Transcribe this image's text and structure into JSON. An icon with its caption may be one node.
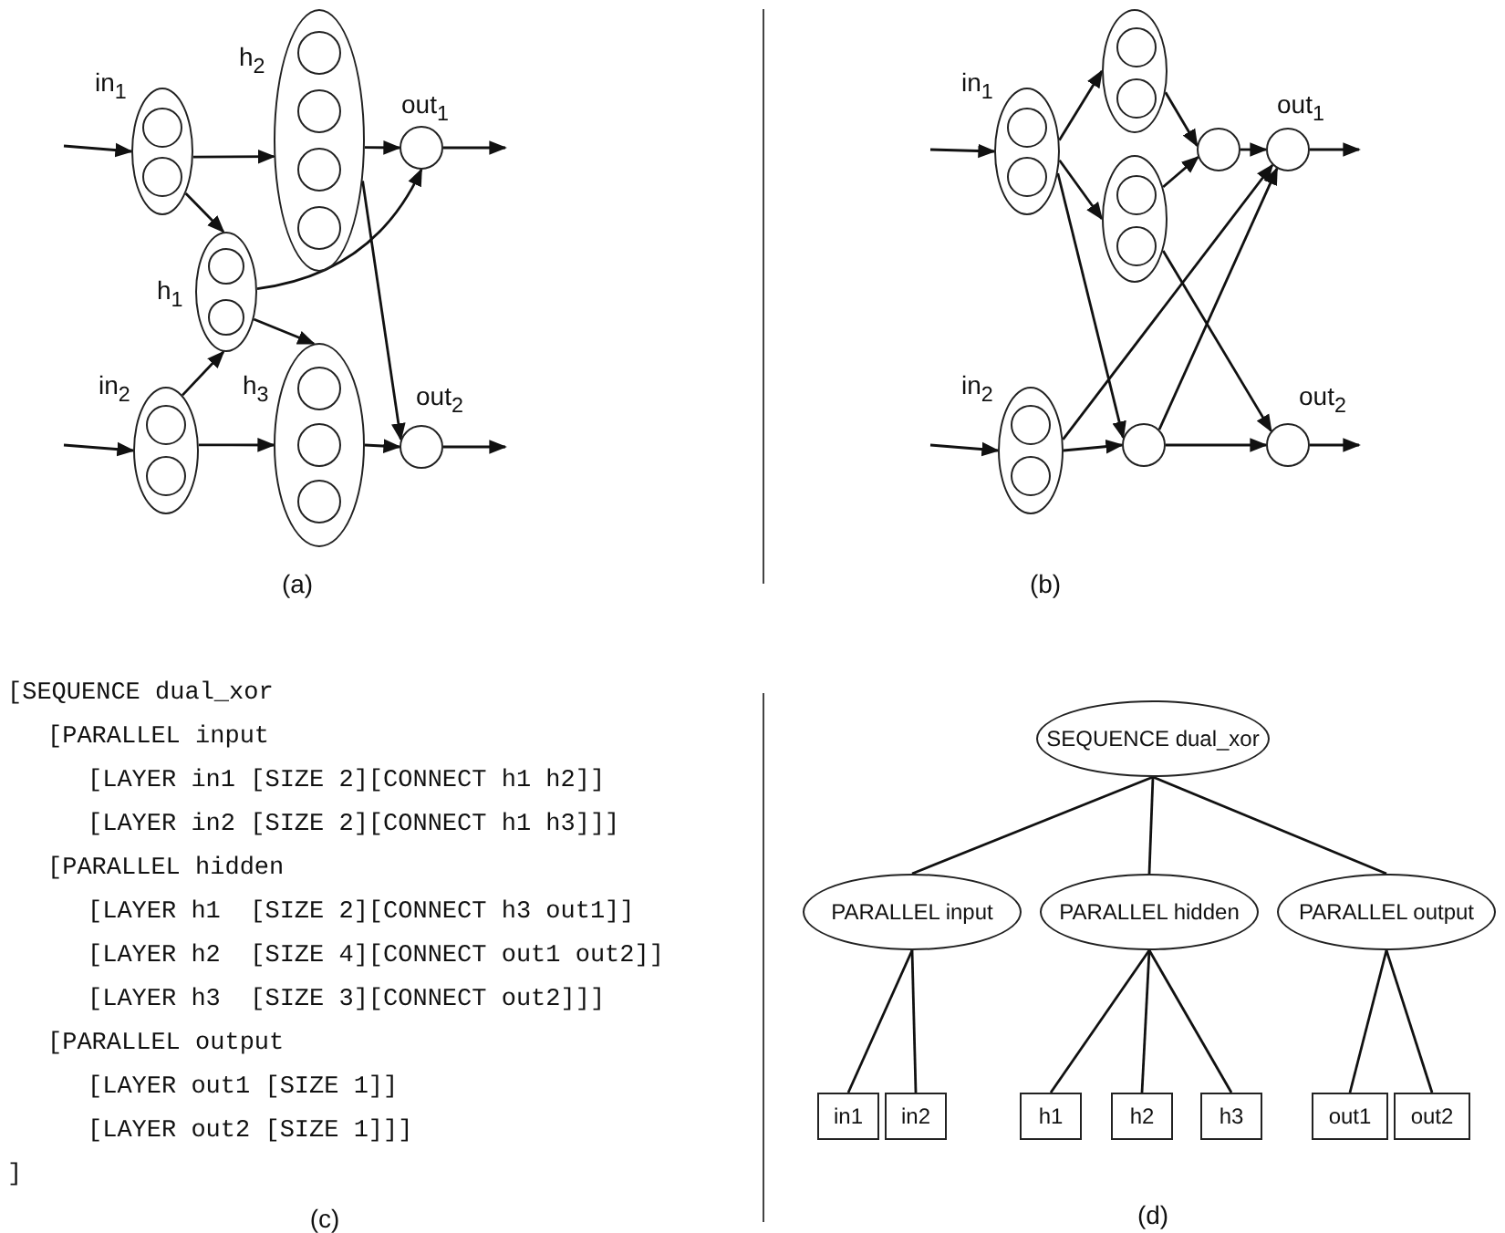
{
  "diagram": {
    "nodes": [
      {
        "text": [
          "in$_{1}$"
        ]
      },
      {
        "text": [],
        "shape": "circle",
        "in": 0
      },
      {
        "text": [],
        "shape": "circle",
        "in": 0
      },
      {
        "text": [
          "h$_{2}$"
        ]
      },
      {
        "text": [],
        "shape": "circle",
        "in": 3
      },
      {
        "text": [],
        "shape": "circle",
        "in": 3
      },
      {
        "text": [],
        "shape": "circle",
        "in": 3
      },
      {
        "text": [],
        "shape": "circle",
        "in": 3
      },
      {
        "text": [
          "out$_{1}$"
        ]
      },
      {
        "text": [
          "h$_{1}$"
        ]
      },
      {
        "text": [],
        "shape": "circle",
        "in": 9
      },
      {
        "text": [],
        "shape": "circle",
        "in": 9
      },
      {
        "text": [
          "in$_{2}$"
        ]
      },
      {
        "text": [],
        "shape": "circle",
        "in": 12
      },
      {
        "text": [],
        "shape": "circle",
        "in": 12
      },
      {
        "text": [
          "h$_{3}$"
        ]
      },
      {
        "text": [],
        "shape": "circle",
        "in": 15
      },
      {
        "text": [],
        "shape": "circle",
        "in": 15
      },
      {
        "text": [],
        "shape": "circle",
        "in": 15
      },
      {
        "text": [
          "out$_{2}$"
        ]
      },
      {
        "text": [
          "in$_{1}$"
        ]
      },
      {
        "text": [],
        "shape": "circle",
        "in": 20
      },
      {
        "text": [],
        "shape": "circle",
        "in": 20
      },
      {
        "text": [],
        "shape": "ellipse"
      },
      {
        "text": [],
        "shape": "circle",
        "in": 23
      },
      {
        "text": [],
        "shape": "circle",
        "in": 23
      },
      {
        "text": [],
        "shape": "ellipse"
      },
      {
        "text": [],
        "shape": "circle",
        "in": 26
      },
      {
        "text": [],
        "shape": "circle",
        "in": 26
      },
      {
        "text": [],
        "shape": "circle"
      },
      {
        "text": [
          "out$_{1}$"
        ]
      },
      {
        "text": [
          "in$_{2}$"
        ]
      },
      {
        "text": [],
        "shape": "circle",
        "in": 31
      },
      {
        "text": [],
        "shape": "circle",
        "in": 31
      },
      {
        "text": [],
        "shape": "circle"
      },
      {
        "text": [
          "out$_{2}$"
        ]
      },
      {
        "text": [
          "SEQUENCE dual_xor"
        ]
      },
      {
        "text": [
          "PARALLEL input"
        ]
      },
      {
        "text": [
          "PARALLEL hidden"
        ]
      },
      {
        "text": [
          "PARALLEL output"
        ]
      },
      {
        "text": [
          "in1"
        ]
      },
      {
        "text": [
          "in2"
        ]
      },
      {
        "text": [
          "h1"
        ]
      },
      {
        "text": [
          "h2"
        ]
      },
      {
        "text": [
          "h3"
        ]
      },
      {
        "text": [
          "out1"
        ]
      },
      {
        "text": [
          "out2"
        ]
      }
    ],
    "edges": [
      {
        "from": null,
        "to": 0,
        "arrow": "to"
      },
      {
        "from": 0,
        "to": 3,
        "arrow": "to"
      },
      {
        "from": 0,
        "to": 9,
        "arrow": "to"
      },
      {
        "from": 9,
        "to": 8,
        "arrow": "to"
      },
      {
        "from": 9,
        "to": 15,
        "arrow": "to"
      },
      {
        "from": 12,
        "to": 9,
        "arrow": "to"
      },
      {
        "from": null,
        "to": 12,
        "arrow": "to"
      },
      {
        "from": 12,
        "to": 15,
        "arrow": "to"
      },
      {
        "from": 3,
        "to": 8,
        "arrow": "to"
      },
      {
        "from": 3,
        "to": 19,
        "arrow": "to"
      },
      {
        "from": 15,
        "to": 19,
        "arrow": "to"
      },
      {
        "from": 8,
        "to": null,
        "arrow": "to"
      },
      {
        "from": 19,
        "to": null,
        "arrow": "to"
      },
      {
        "from": null,
        "to": 20,
        "arrow": "to"
      },
      {
        "from": 20,
        "to": 23,
        "arrow": "to"
      },
      {
        "from": 20,
        "to": 26,
        "arrow": "to"
      },
      {
        "from": 20,
        "to": 34,
        "arrow": "to"
      },
      {
        "from": 23,
        "to": 29,
        "arrow": "to"
      },
      {
        "from": 26,
        "to": 29,
        "arrow": "to"
      },
      {
        "from": 26,
        "to": 35,
        "arrow": "to"
      },
      {
        "from": 29,
        "to": 30,
        "arrow": "to"
      },
      {
        "from": null,
        "to": 31,
        "arrow": "to"
      },
      {
        "from": 31,
        "to": 34,
        "arrow": "to"
      },
      {
        "from": 31,
        "to": 30,
        "arrow": "to"
      },
      {
        "from": 34,
        "to": 30,
        "arrow": "to"
      },
      {
        "from": 34,
        "to": 35,
        "arrow": "to"
      },
      {
        "from": 30,
        "to": null,
        "arrow": "to"
      },
      {
        "from": 35,
        "to": null,
        "arrow": "to"
      },
      {
        "from": 36,
        "to": 37,
        "arrow": "none"
      },
      {
        "from": 36,
        "to": 38,
        "arrow": "none"
      },
      {
        "from": 36,
        "to": 39,
        "arrow": "none"
      },
      {
        "from": 37,
        "to": 40,
        "arrow": "none"
      },
      {
        "from": 37,
        "to": 41,
        "arrow": "none"
      },
      {
        "from": 38,
        "to": 42,
        "arrow": "none"
      },
      {
        "from": 38,
        "to": 43,
        "arrow": "none"
      },
      {
        "from": 38,
        "to": 44,
        "arrow": "none"
      },
      {
        "from": 39,
        "to": 45,
        "arrow": "none"
      },
      {
        "from": 39,
        "to": 46,
        "arrow": "none"
      }
    ],
    "labels": [
      "(a)",
      "(b)",
      "[SEQUENCE dual_xor",
      "[PARALLEL input",
      "[LAYER in1 [SIZE 2][CONNECT h1 h2]]",
      "[LAYER in2 [SIZE 2][CONNECT h1 h3]]]",
      "[PARALLEL hidden",
      "[LAYER h1  [SIZE 2][CONNECT h3 out1]]",
      "[LAYER h2  [SIZE 4][CONNECT out1 out2]]",
      "[LAYER h3  [SIZE 3][CONNECT out2]]]",
      "[PARALLEL output",
      "[LAYER out1 [SIZE 1]]",
      "[LAYER out2 [SIZE 1]]]",
      "]",
      "(c)",
      "(d)"
    ]
  }
}
